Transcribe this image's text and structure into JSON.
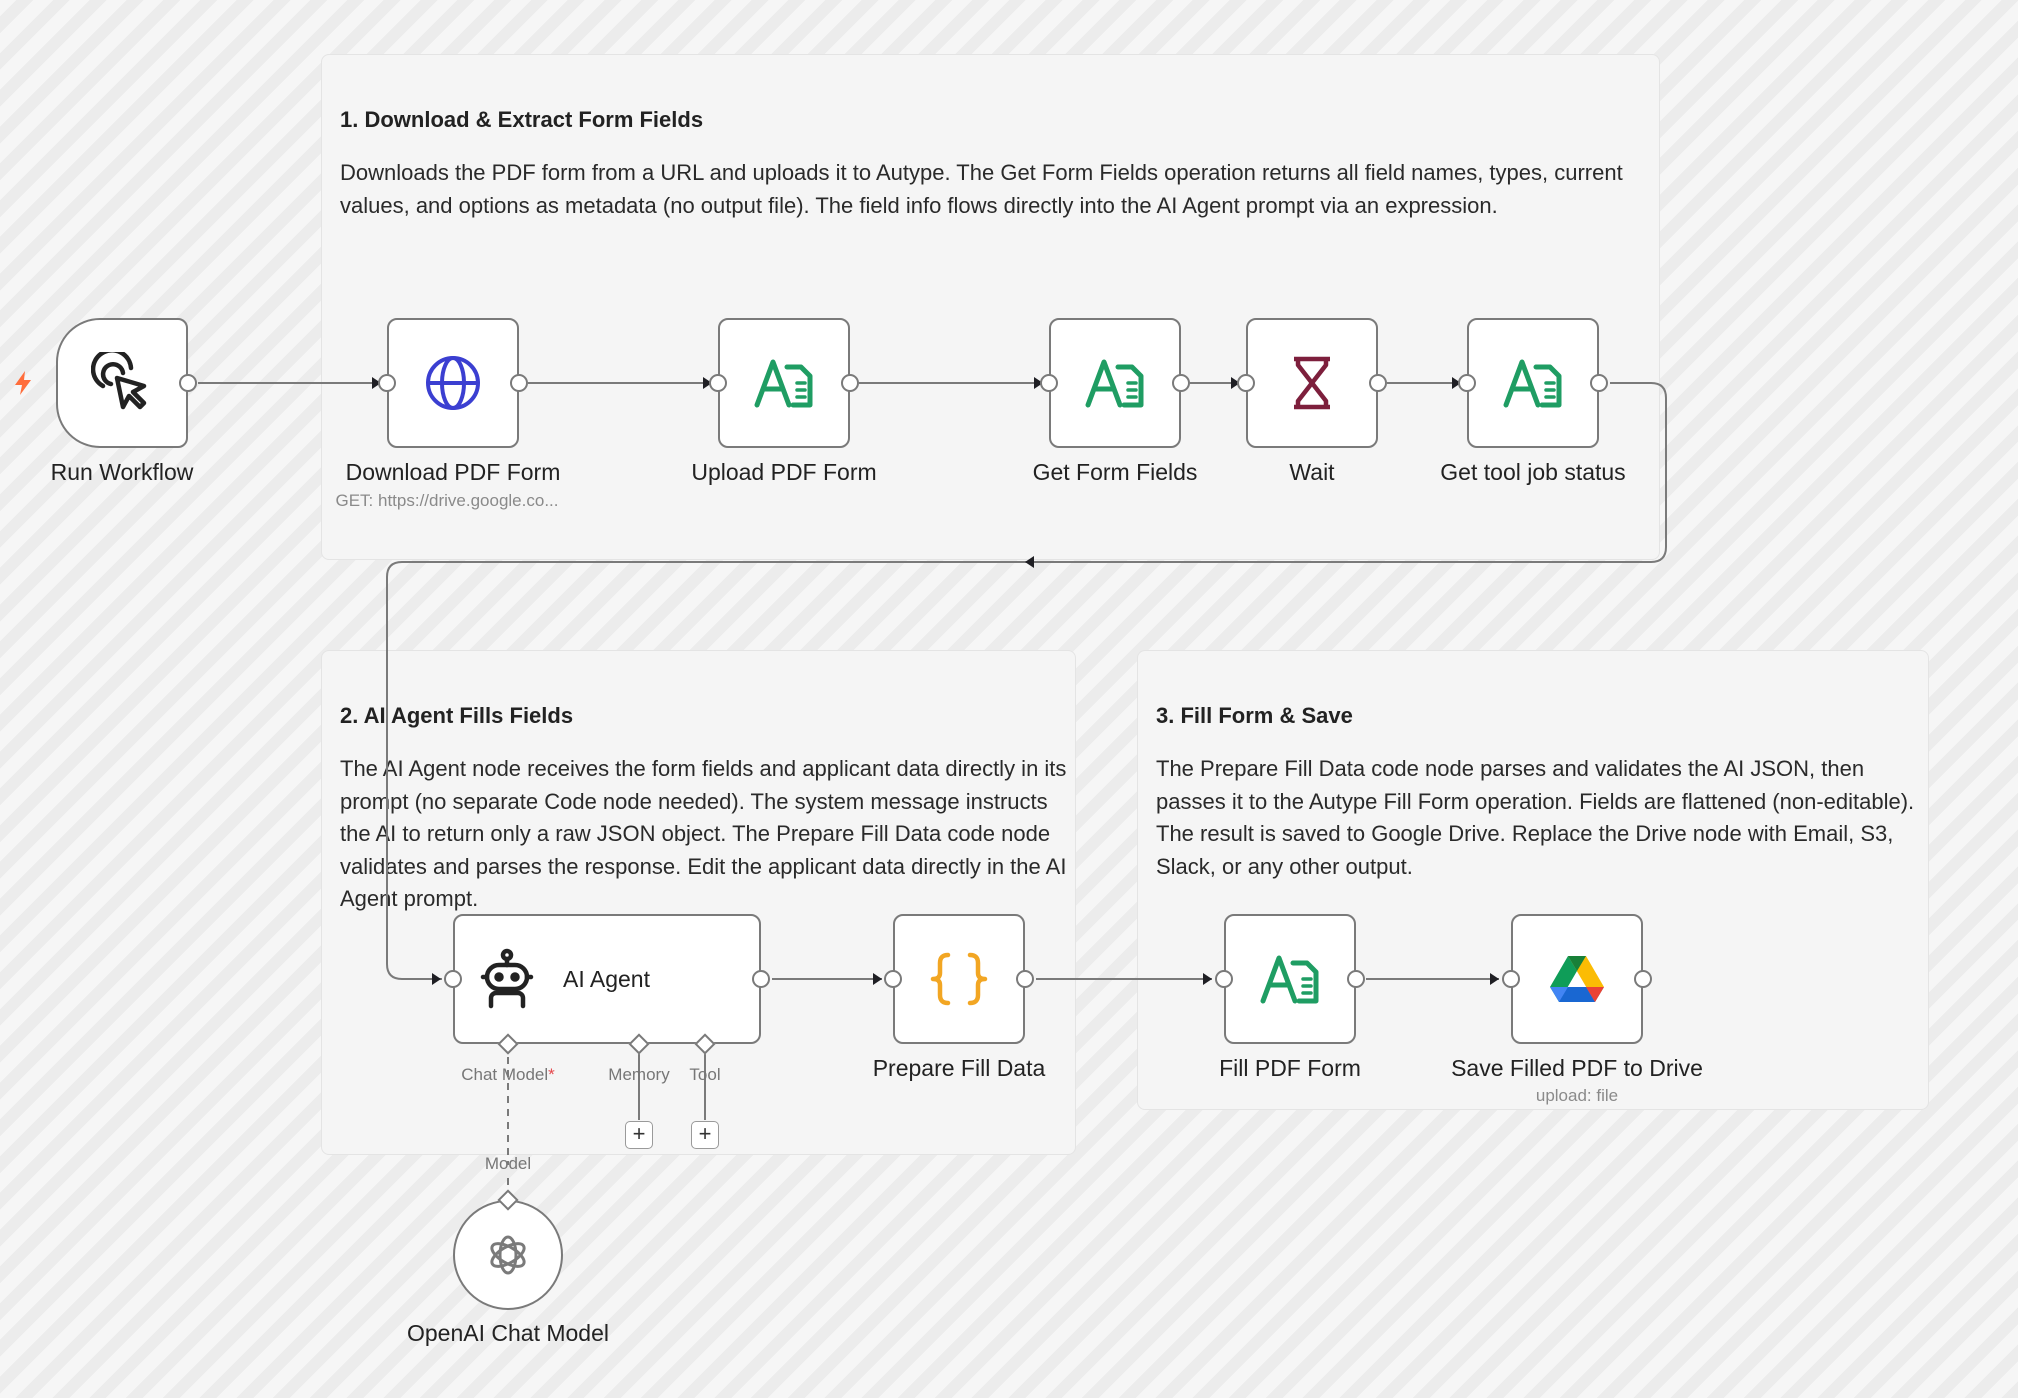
{
  "stickies": [
    {
      "title": "1. Download & Extract Form Fields",
      "body": "Downloads the PDF form from a URL and uploads it to Autype. The Get Form Fields operation returns all field names, types, current values, and options as metadata (no output file). The field info flows directly into the AI Agent prompt via an expression."
    },
    {
      "title": "2. AI Agent Fills Fields",
      "body": "The AI Agent node receives the form fields and applicant data directly in its prompt (no separate Code node needed). The system message instructs the AI to return only a raw JSON object. The Prepare Fill Data code node validates and parses the response. Edit the applicant data directly in the AI Agent prompt."
    },
    {
      "title": "3. Fill Form & Save",
      "body": "The Prepare Fill Data code node parses and validates the AI JSON, then passes it to the Autype Fill Form operation. Fields are flattened (non-editable). The result is saved to Google Drive. Replace the Drive node with Email, S3, Slack, or any other output."
    }
  ],
  "nodes": {
    "run_workflow": {
      "label": "Run Workflow",
      "icon": "cursor-click-icon"
    },
    "download_pdf": {
      "label": "Download PDF Form",
      "sublabel": "GET: https://drive.google.co...",
      "icon": "globe-icon"
    },
    "upload_pdf": {
      "label": "Upload PDF Form",
      "icon": "autype-icon"
    },
    "get_fields": {
      "label": "Get Form Fields",
      "icon": "autype-icon"
    },
    "wait": {
      "label": "Wait",
      "icon": "hourglass-icon"
    },
    "job_status": {
      "label": "Get tool job status",
      "icon": "autype-icon"
    },
    "ai_agent": {
      "label": "AI Agent",
      "icon": "robot-icon",
      "ports": {
        "chat_model": "Chat Model",
        "chat_model_required": "*",
        "memory": "Memory",
        "tool": "Tool"
      }
    },
    "prepare_fill": {
      "label": "Prepare Fill Data",
      "icon": "code-braces-icon"
    },
    "fill_pdf": {
      "label": "Fill PDF Form",
      "icon": "autype-icon"
    },
    "save_drive": {
      "label": "Save Filled PDF to Drive",
      "sublabel": "upload: file",
      "icon": "google-drive-icon"
    },
    "openai": {
      "label": "OpenAI Chat Model",
      "icon": "openai-icon",
      "port_label": "Model"
    }
  },
  "plus_symbol": "+",
  "colors": {
    "autype_green": "#1f9d63",
    "globe_blue": "#3b3fd1",
    "wait_maroon": "#7d1f3c",
    "code_orange": "#f2a623",
    "trigger_bolt": "#ff6d3b",
    "wire": "#7a7a7a"
  }
}
